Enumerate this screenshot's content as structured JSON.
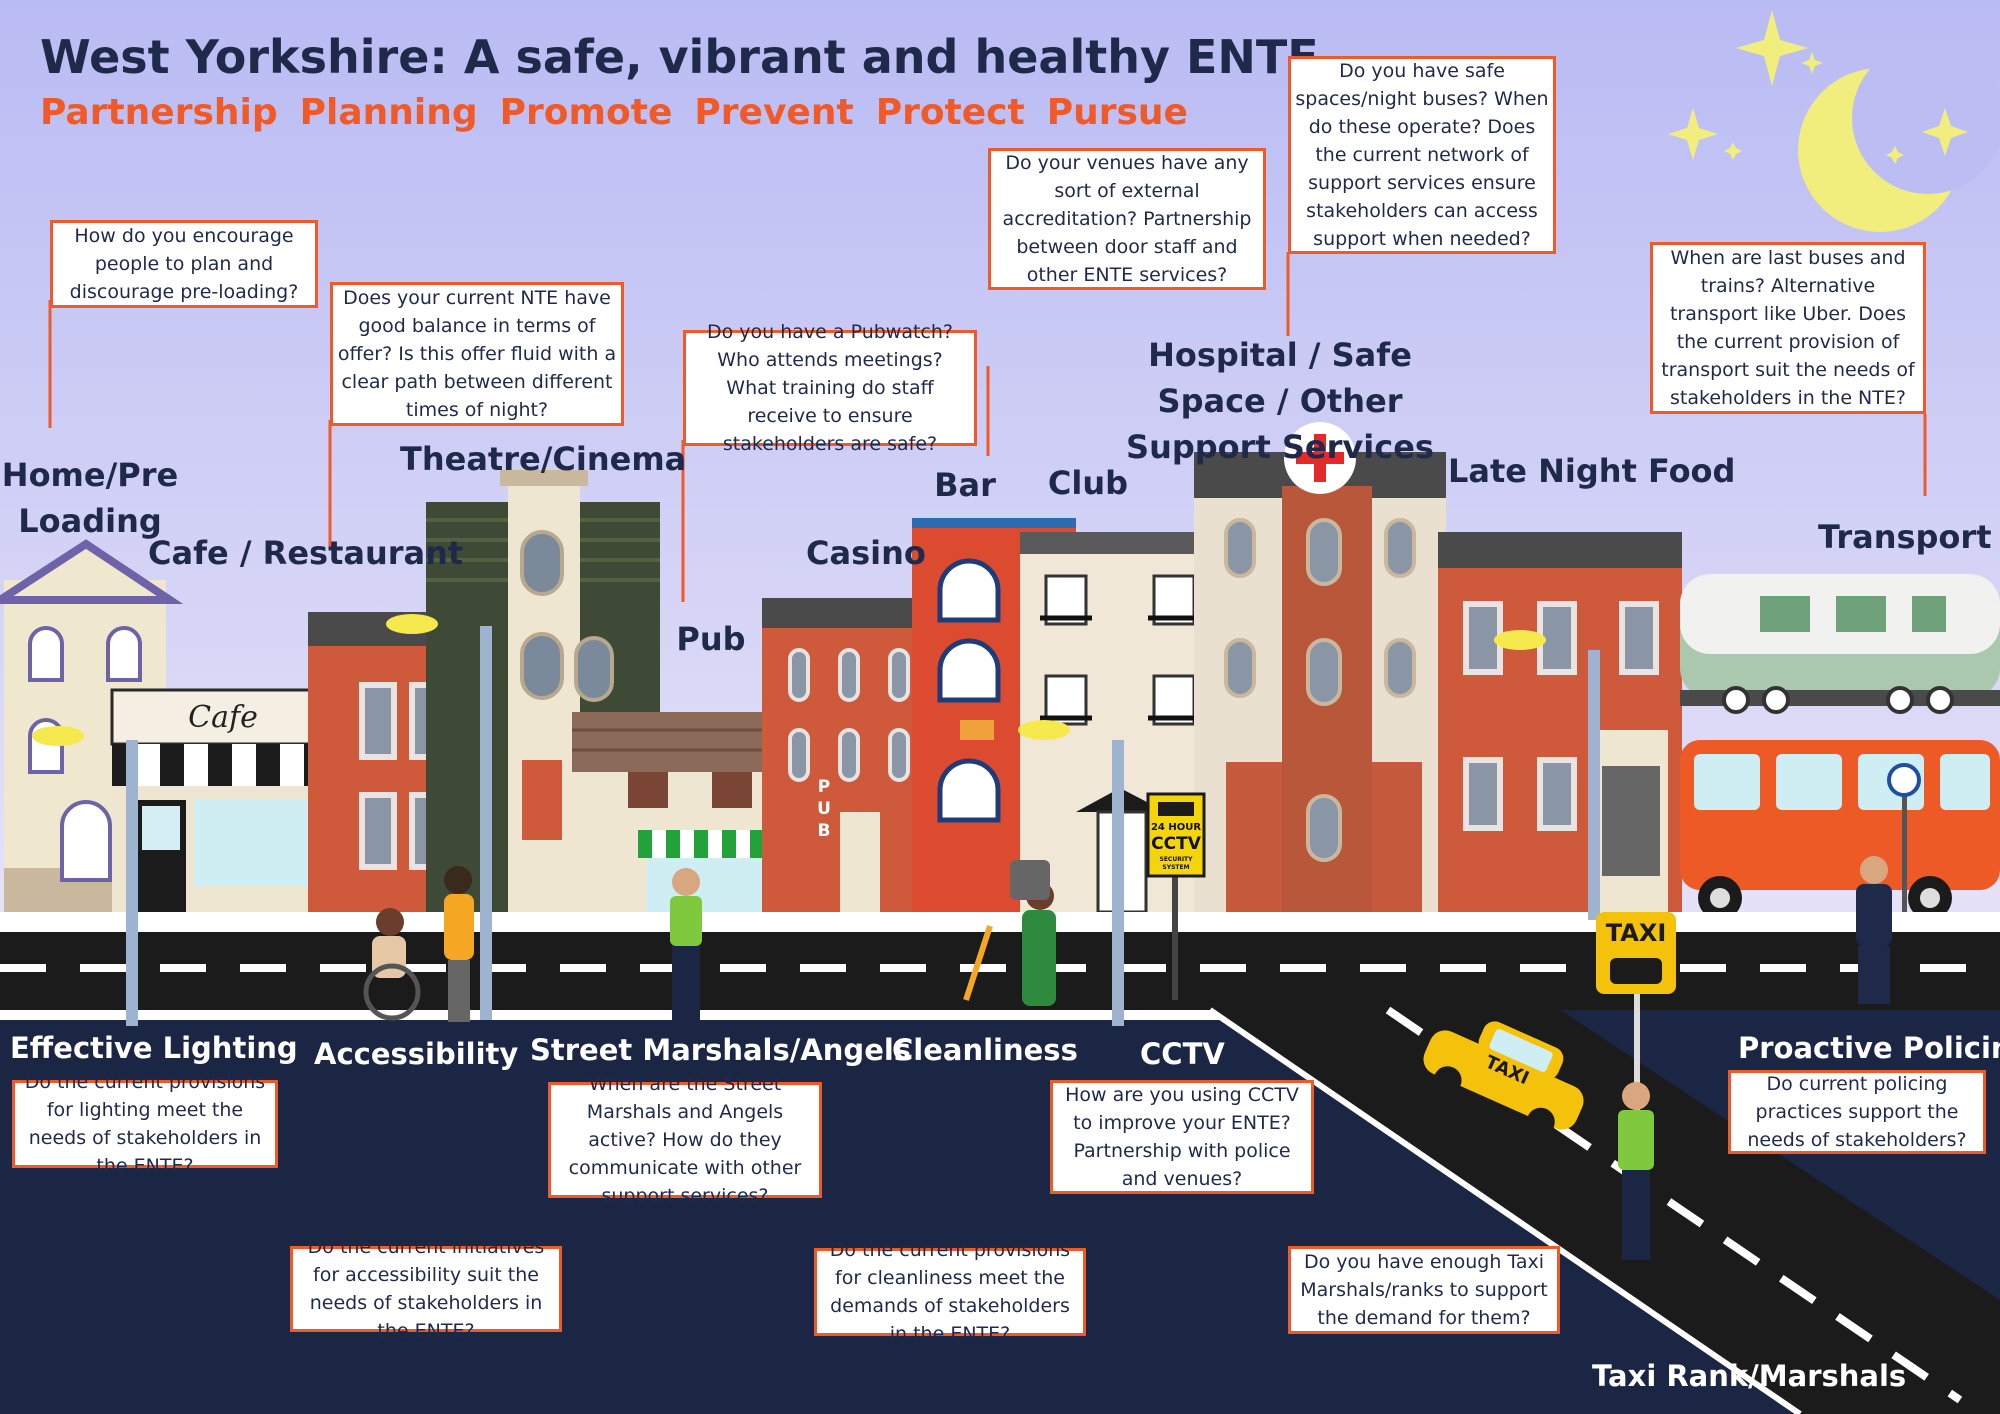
{
  "title": "West Yorkshire: A safe, vibrant and healthy ENTE",
  "pillars": [
    "Partnership",
    "Planning",
    "Promote",
    "Prevent",
    "Protect",
    "Pursue"
  ],
  "places": {
    "home_pre_loading": "Home/Pre Loading",
    "cafe_restaurant": "Cafe / Restaurant",
    "theatre_cinema": "Theatre/Cinema",
    "pub": "Pub",
    "casino": "Casino",
    "bar": "Bar",
    "club": "Club",
    "hospital": "Hospital / Safe Space / Other Support Services",
    "late_night_food": "Late Night Food",
    "transport": "Transport"
  },
  "themes": {
    "effective_lighting": "Effective Lighting",
    "accessibility": "Accessibility",
    "street_marshals": "Street Marshals/Angels",
    "cleanliness": "Cleanliness",
    "cctv": "CCTV",
    "proactive_policing": "Proactive Policing",
    "taxi_rank": "Taxi Rank/Marshals"
  },
  "questions": {
    "home": "How do you encourage people to plan and discourage pre-loading?",
    "cafe": "Does your current NTE have good balance in terms of offer? Is this offer fluid with a clear path between different times of night?",
    "pub": "Do you have a Pubwatch? Who attends meetings? What training do staff receive to ensure stakeholders are safe?",
    "bar": "Do your venues have any sort of external accreditation? Partnership between door staff and other ENTE services?",
    "hospital": "Do you have safe spaces/night buses? When do these operate? Does the current network of support services ensure stakeholders can access support when needed?",
    "transport": "When are last buses and trains? Alternative transport like Uber. Does the current provision of transport suit the needs of stakeholders in the NTE?",
    "lighting": "Do the current provisions for lighting meet the needs of stakeholders in the ENTE?",
    "marshals": "When are the Street Marshals and Angels active? How do they communicate with other support services?",
    "cctv": "How are you using CCTV to improve your ENTE? Partnership with police and venues?",
    "policing": "Do current policing practices support the needs of stakeholders?",
    "accessibility": "Do the current initiatives for accessibility suit the needs of stakeholders in the ENTE?",
    "cleanliness": "Do the current provisions for cleanliness meet the demands of stakeholders in the ENTE?",
    "taxi": "Do you have enough Taxi Marshals/ranks to support the demand for them?"
  },
  "signs": {
    "cafe_sign": "Cafe",
    "pub_sign": "PUB",
    "cctv_hours": "24 HOUR",
    "cctv_text": "CCTV",
    "cctv_sub": "SECURITY SYSTEM",
    "taxi_sign": "TAXI",
    "taxi_car": "TAXI"
  },
  "colors": {
    "accent": "#f05a28",
    "navy": "#1f2a4a",
    "sky_top": "#c4c6f6",
    "ground": "#1b2544",
    "moon": "#f1ee7e"
  }
}
